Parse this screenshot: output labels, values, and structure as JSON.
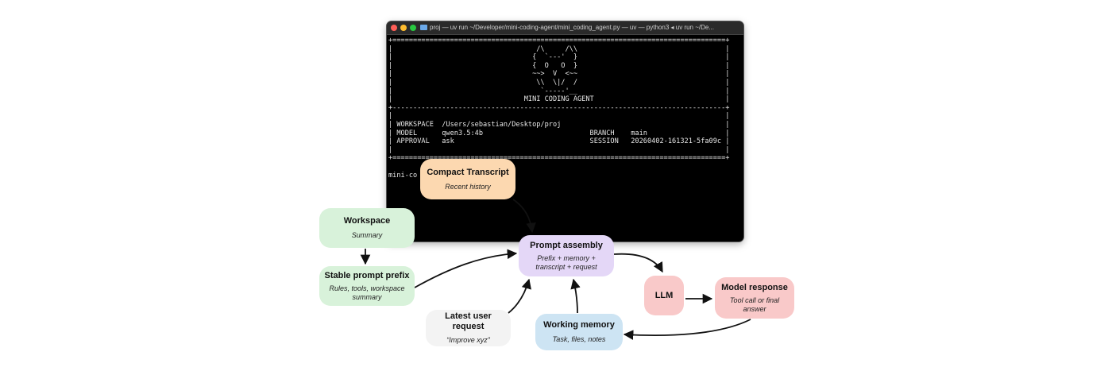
{
  "terminal": {
    "title": "proj — uv run ~/Developer/mini-coding-agent/mini_coding_agent.py — uv — python3 ◂ uv run ~/De...",
    "lines": [
      "+=================================================================================+",
      "|                                   /\\     /\\\\                                    |",
      "|                                  {  `---'  }                                    |",
      "|                                  {  O   O  }                                    |",
      "|                                  ~~>  V  <~~                                    |",
      "|                                   \\\\  \\|/  /                                    |",
      "|                                    `-----'__                                    |",
      "|                                MINI CODING AGENT                                |",
      "+---------------------------------------------------------------------------------+",
      "|                                                                                 |",
      "| WORKSPACE  /Users/sebastian/Desktop/proj                                        |",
      "| MODEL      qwen3.5:4b                          BRANCH    main                   |",
      "| APPROVAL   ask                                 SESSION   20260402-161321-5fa09c |",
      "|                                                                                 |",
      "+=================================================================================+",
      "",
      "mini-co"
    ]
  },
  "nodes": {
    "compact": {
      "title": "Compact Transcript",
      "sub": "Recent history"
    },
    "workspace": {
      "title": "Workspace",
      "sub": "Summary"
    },
    "stable": {
      "title": "Stable prompt prefix",
      "sub": "Rules, tools, workspace summary"
    },
    "prompt": {
      "title": "Prompt assembly",
      "sub": "Prefix + memory + transcript + request"
    },
    "llm": {
      "title": "LLM"
    },
    "response": {
      "title": "Model response",
      "sub": "Tool call or final answer"
    },
    "latest": {
      "title": "Latest user request",
      "sub": "“Improve xyz”"
    },
    "working": {
      "title": "Working memory",
      "sub": "Task, files, notes"
    }
  },
  "colors": {
    "compact": "#fcd8b0",
    "workspace": "#d8f2da",
    "prompt": "#e4d7f7",
    "llm": "#f9c9c9",
    "latest": "#f3f3f3",
    "working": "#cde4f3"
  }
}
